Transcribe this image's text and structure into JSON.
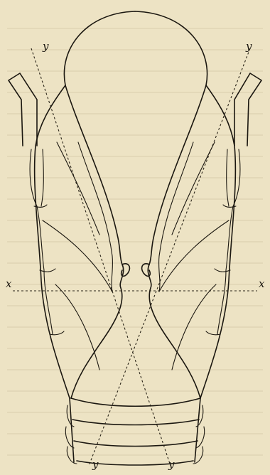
{
  "labels": {
    "y_top_left": "y",
    "y_top_right": "y",
    "y_bottom_left": "y",
    "y_bottom_right": "y",
    "x_left": "x",
    "x_right": "x"
  },
  "colors": {
    "paper": "#ede3c4",
    "ink": "#1b1710"
  }
}
